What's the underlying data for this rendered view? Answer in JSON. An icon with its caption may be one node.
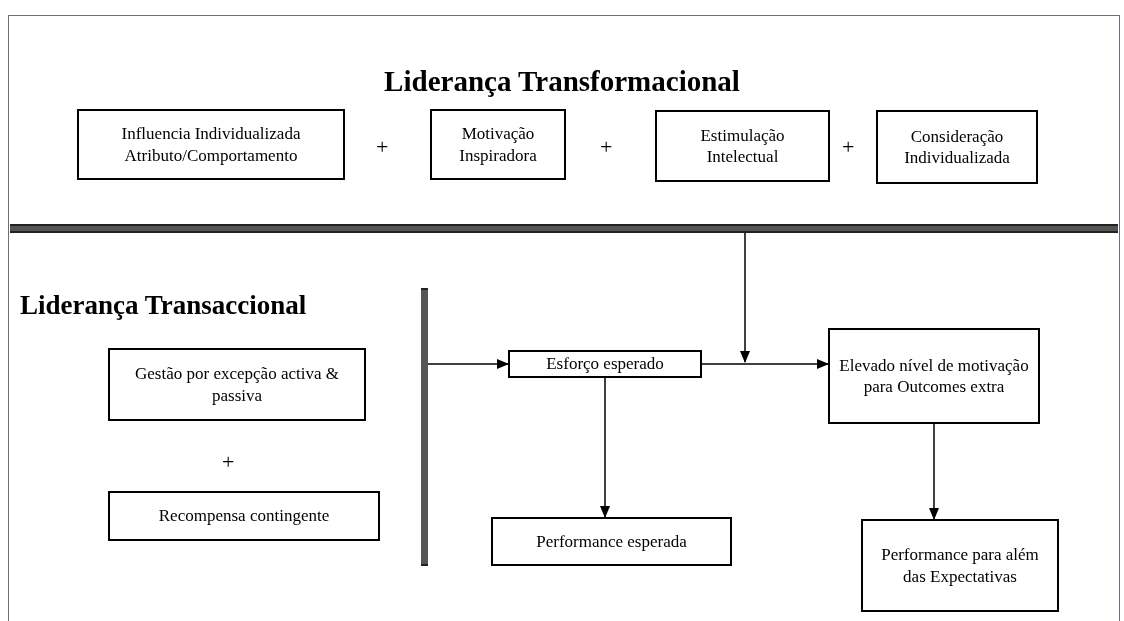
{
  "diagram": {
    "title": "Liderança Transformacional",
    "nodes": [
      {
        "text": [
          "Influencia Individualizada Atributo/Comportamento"
        ]
      },
      {
        "text": [
          "Motivação Inspiradora"
        ]
      },
      {
        "text": [
          "Estimulação Intelectual"
        ]
      },
      {
        "text": [
          "Consideração Individualizada"
        ]
      },
      {
        "text": [],
        "shape": "bar"
      },
      {
        "text": [
          "Gestão por excepção activa & passiva"
        ]
      },
      {
        "text": [
          "Recompensa contingente"
        ]
      },
      {
        "text": [],
        "shape": "bar"
      },
      {
        "text": [
          "Esforço esperado"
        ]
      },
      {
        "text": [
          "Elevado nível de motivação para Outcomes extra"
        ]
      },
      {
        "text": [
          "Performance esperada"
        ]
      },
      {
        "text": [
          "Performance para além das Expectativas"
        ]
      }
    ],
    "edges": [
      {
        "from": 7,
        "to": 8,
        "arrow": "to"
      },
      {
        "from": 8,
        "to": 9,
        "arrow": "to"
      },
      {
        "from": 4,
        "to": null,
        "arrow": "to"
      },
      {
        "from": 8,
        "to": 10,
        "arrow": "to"
      },
      {
        "from": 9,
        "to": 11,
        "arrow": "to"
      }
    ],
    "labels": [
      "+",
      "+",
      "+",
      "Liderança Transaccional",
      "+"
    ]
  }
}
